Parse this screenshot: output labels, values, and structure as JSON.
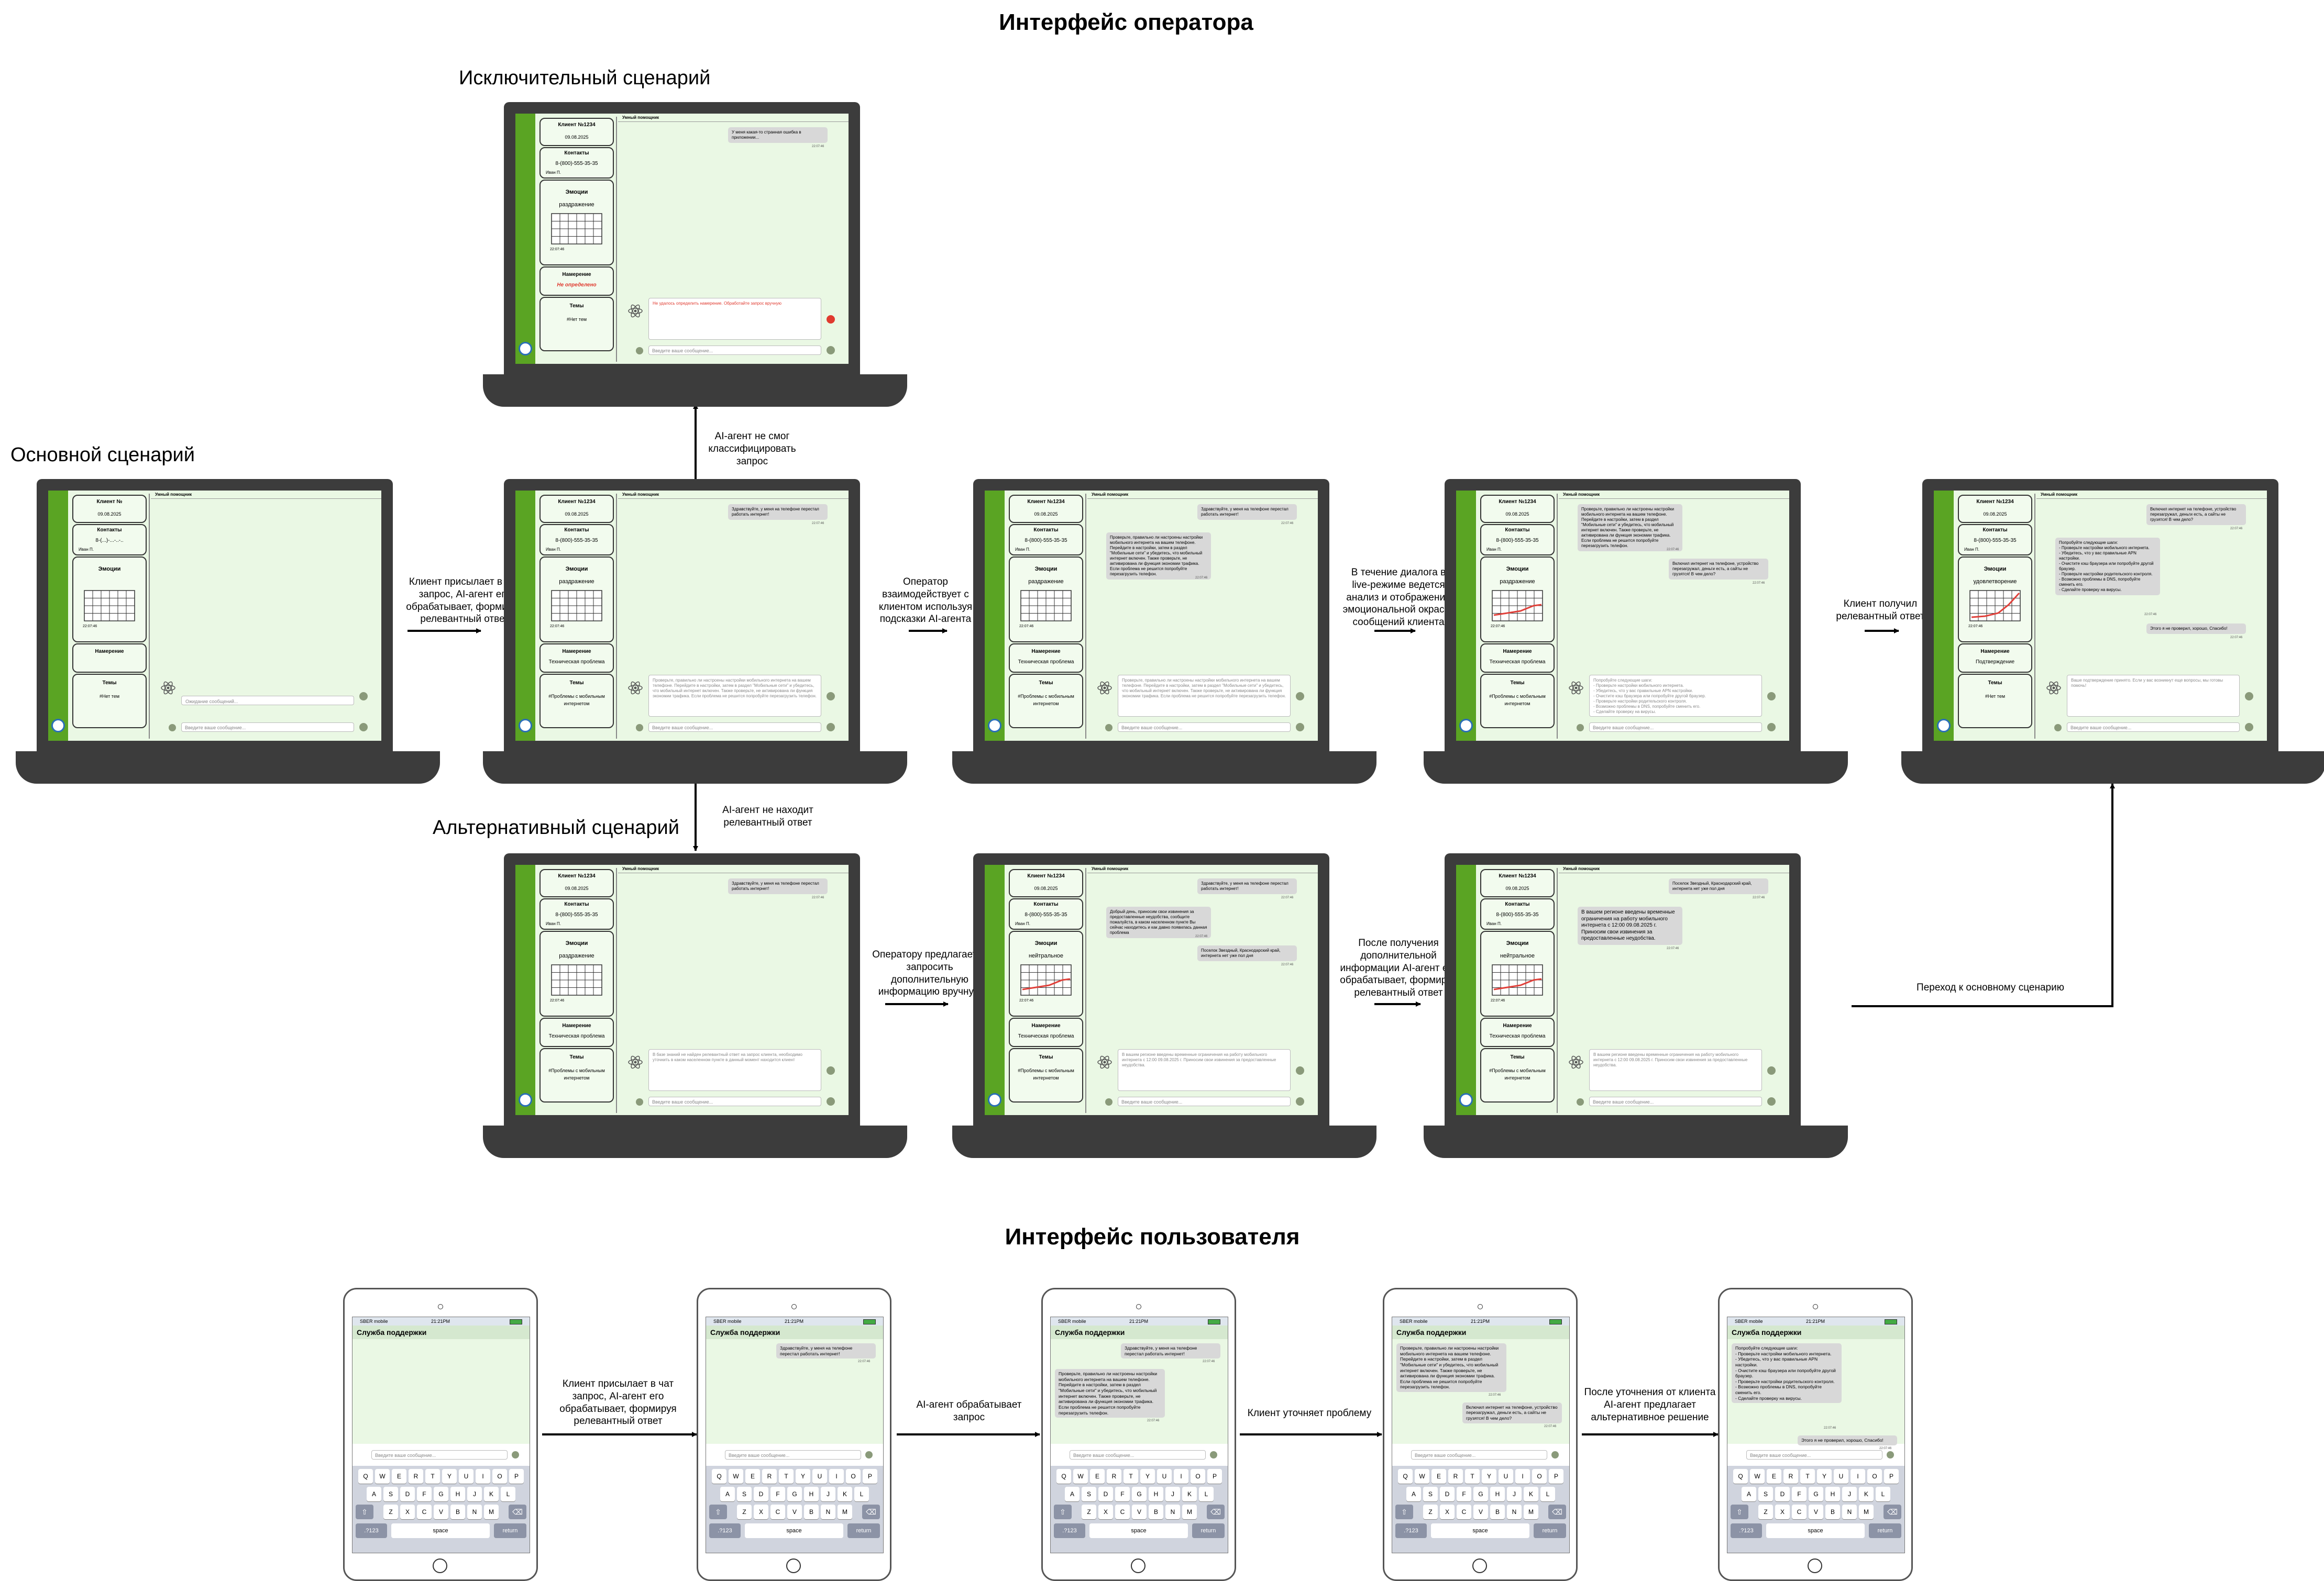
{
  "operator": {
    "title": "Интерфейс оператора",
    "scenarios": {
      "exceptional": "Исключительный сценарий",
      "main": "Основной сценарий",
      "alternative": "Альтернативный сценарий"
    }
  },
  "user": {
    "title": "Интерфейс пользователя"
  },
  "notes": {
    "main1": "Клиент присылает в чат запрос, AI-агент его обрабатывает, формируя релевантный ответ",
    "main2": "Оператор взаимодействует с клиентом используя подсказки AI-агента",
    "main3": "В течение диалога в live-режиме ведется анализ и отображение эмоциональной окраски сообщений клиента",
    "main4": "Клиент получил релевантный ответ",
    "exceptional": "AI-агент не смог классифицировать запрос",
    "alternative": "AI-агент не находит релевантный ответ",
    "alt1": "Оператору предлагается запросить дополнительную информацию вручную",
    "alt2": "После получения дополнительной информации AI-агент его обрабатывает, формируя релевантный ответ",
    "return_main": "Переход к основному сценарию",
    "user1": "Клиент присылает в чат запрос, AI-агент его обрабатывает, формируя релевантный ответ",
    "user2": "AI-агент обрабатывает запрос",
    "user3": "Клиент уточняет проблему",
    "user4": "После уточнения от клиента AI-агент предлагает альтернативное решение"
  },
  "common": {
    "smart_helper": "Умный помощник",
    "client": "Клиент №1234",
    "client_blank": "Клиент №",
    "date": "09.08.2025",
    "contacts": "Контакты",
    "phone": "8-(800)-555-35-35",
    "phone_blank": "8-(...)-...-..-..",
    "name": "Иван П.",
    "emotions": "Эмоции",
    "intent": "Намерение",
    "topics": "Темы",
    "no_topics": "#Нет тем",
    "tech_issue": "Техническая проблема",
    "topic_mobile": "#Проблемы с мобильным интернетом",
    "not_defined": "Не определено",
    "input_placeholder": "Введите ваше сообщение...",
    "waiting": "Ожидание сообщений...",
    "confirm": "Подтверждение",
    "carrier": "SBER mobile",
    "clock": "21:21PM",
    "support": "Служба поддержки",
    "key_rows": [
      [
        "Q",
        "W",
        "E",
        "R",
        "T",
        "Y",
        "U",
        "I",
        "O",
        "P"
      ],
      [
        "A",
        "S",
        "D",
        "F",
        "G",
        "H",
        "J",
        "K",
        "L"
      ],
      [
        "Z",
        "X",
        "C",
        "V",
        "B",
        "N",
        "M"
      ]
    ],
    "key_123": ".?123",
    "key_space": "space",
    "key_return": "return",
    "msg_time": "22:07:46"
  },
  "messages": {
    "m1": "Здравствуйте, у меня на телефоне перестал работать интернет!",
    "m_err": "У меня какая-то странная ошибка в приложении...",
    "m_err_hint": "Не удалось определить намерение. Обработайте запрос вручную",
    "m_ans": "Проверьте, правильно ли настроены настройки мобильного интернета на вашем телефоне. Перейдите в настройки, затем в раздел \"Мобильные сети\" и убедитесь, что мобильный интернет включен. Также проверьте, не активирована ли функция экономии трафика. Если проблема не решится попробуйте перезагрузить телефон.",
    "m_ans2": "Включил интернет на телефоне, устройство перезагружал, деньги есть, а сайты не грузятся! В чем дело?",
    "m_ans3": "Попробуйте следующие шаги:\n- Проверьте настройки мобильного интернета.\n- Убедитесь, что у вас правильные APN настройки.\n- Очистите кэш браузера или попробуйте другой браузер.\n- Проверьте настройки родительского контроля.\n- Возможно проблемы в DNS, попробуйте сменить его.\n- Сделайте проверку на вирусы.",
    "m_thanks": "Этого я не проверил, хорошо, Спасибо!",
    "m_confirm_hint": "Ваше подтверждение принято. Если у вас возникнут еще вопросы, мы готовы помочь!",
    "m_alt_hint": "В базе знаний не найден релевантный ответ на запрос клиента, необходимо уточнить в каком населенном пункте в данный момент находится клиент",
    "m_alt_op": "Добрый день, приносим свои извинения за предоставленные неудобства, сообщите пожалуйста, в каком населенном пункте Вы сейчас находитесь и как давно появилась данная проблема",
    "m_alt_cl": "Поселок Звездный, Краснодарский край, интернета нет уже пол дня",
    "m_alt_ans": "В вашем регионе введены временные ограничения на работу мобильного интернета с 12:00 09.08.2025 г. Приносим свои извинения за предоставленные неудобства.",
    "m_alt_ans_hint": "В вашем регионе введены временные ограничения на работу мобильного интернета с 12:00 09.08.2025 г. Приносим свои извинения за предоставленные неудобства."
  },
  "screens": [
    {
      "id": "exc",
      "client": "client",
      "contact": "phone",
      "emotion": "раздражение",
      "intent": "Не определено",
      "intentRed": true,
      "topics": "no_topics",
      "chart": 0,
      "msgs": [
        {
          "side": "r",
          "text": "m_err"
        }
      ],
      "hint": "m_err_hint",
      "hintRed": true
    },
    {
      "id": "main0",
      "client": "client_blank",
      "contact": "phone_blank",
      "emotion": "",
      "intent": "",
      "topics": "no_topics",
      "chart": 0,
      "msgs": [],
      "hint": "waiting",
      "hintPlaceholder": true
    },
    {
      "id": "main1",
      "client": "client",
      "contact": "phone",
      "emotion": "раздражение",
      "intent": "tech_issue",
      "topics": "topic_mobile",
      "chart": 0,
      "msgs": [
        {
          "side": "r",
          "text": "m1"
        }
      ],
      "hint": "m_ans"
    },
    {
      "id": "main2",
      "client": "client",
      "contact": "phone",
      "emotion": "раздражение",
      "intent": "tech_issue",
      "topics": "topic_mobile",
      "chart": 0,
      "msgs": [
        {
          "side": "r",
          "text": "m1"
        },
        {
          "side": "l",
          "text": "m_ans"
        }
      ],
      "hint": "m_ans"
    },
    {
      "id": "main3",
      "client": "client",
      "contact": "phone",
      "emotion": "раздражение",
      "intent": "tech_issue",
      "topics": "topic_mobile",
      "chart": 1,
      "msgs": [
        {
          "side": "l",
          "text": "m_ans"
        },
        {
          "side": "r",
          "text": "m_ans2"
        }
      ],
      "hint": "m_ans3"
    },
    {
      "id": "main4",
      "client": "client",
      "contact": "phone",
      "emotion": "удовлетворение",
      "intent": "confirm",
      "topics": "no_topics",
      "chart": 2,
      "msgs": [
        {
          "side": "r",
          "text": "m_ans2"
        },
        {
          "side": "l",
          "text": "m_ans3"
        },
        {
          "side": "r",
          "text": "m_thanks"
        }
      ],
      "hint": "m_confirm_hint"
    },
    {
      "id": "alt1",
      "client": "client",
      "contact": "phone",
      "emotion": "раздражение",
      "intent": "tech_issue",
      "topics": "topic_mobile",
      "chart": 0,
      "msgs": [
        {
          "side": "r",
          "text": "m1"
        }
      ],
      "hint": "m_alt_hint"
    },
    {
      "id": "alt2",
      "client": "client",
      "contact": "phone",
      "emotion": "нейтральное",
      "intent": "tech_issue",
      "topics": "topic_mobile",
      "chart": 1,
      "msgs": [
        {
          "side": "r",
          "text": "m1"
        },
        {
          "side": "l",
          "text": "m_alt_op"
        },
        {
          "side": "r",
          "text": "m_alt_cl"
        }
      ],
      "hint": "m_alt_ans_hint"
    },
    {
      "id": "alt3",
      "client": "client",
      "contact": "phone",
      "emotion": "нейтральное",
      "intent": "tech_issue",
      "topics": "topic_mobile",
      "chart": 1,
      "msgs": [
        {
          "side": "r",
          "text": "m_alt_cl"
        },
        {
          "side": "l",
          "text": "m_alt_ans",
          "big": true
        }
      ],
      "hint": "m_alt_ans_hint"
    }
  ],
  "phones": [
    {
      "id": "p1",
      "msgs": []
    },
    {
      "id": "p2",
      "msgs": [
        {
          "side": "r",
          "text": "m1"
        }
      ]
    },
    {
      "id": "p3",
      "msgs": [
        {
          "side": "r",
          "text": "m1"
        },
        {
          "side": "l",
          "text": "m_ans"
        }
      ]
    },
    {
      "id": "p4",
      "msgs": [
        {
          "side": "l",
          "text": "m_ans"
        },
        {
          "side": "r",
          "text": "m_ans2"
        }
      ]
    },
    {
      "id": "p5",
      "msgs": [
        {
          "side": "l",
          "text": "m_ans3"
        },
        {
          "side": "r",
          "text": "m_thanks"
        }
      ]
    }
  ],
  "colors": {
    "bezel": "#3c3c3c",
    "screen_bg": "#eaf8e4",
    "sidebar": "#5aa423",
    "panel_border": "#333333",
    "bubble": "#d8d8d8",
    "error": "#e03a2f",
    "phone_bar": "#d5e8cf",
    "keyboard": "#d0d4de",
    "key_dark": "#8c93a6"
  },
  "icons": [
    "laptop",
    "smartphone",
    "atom-icon",
    "send-icon",
    "chart-grid",
    "keyboard"
  ]
}
